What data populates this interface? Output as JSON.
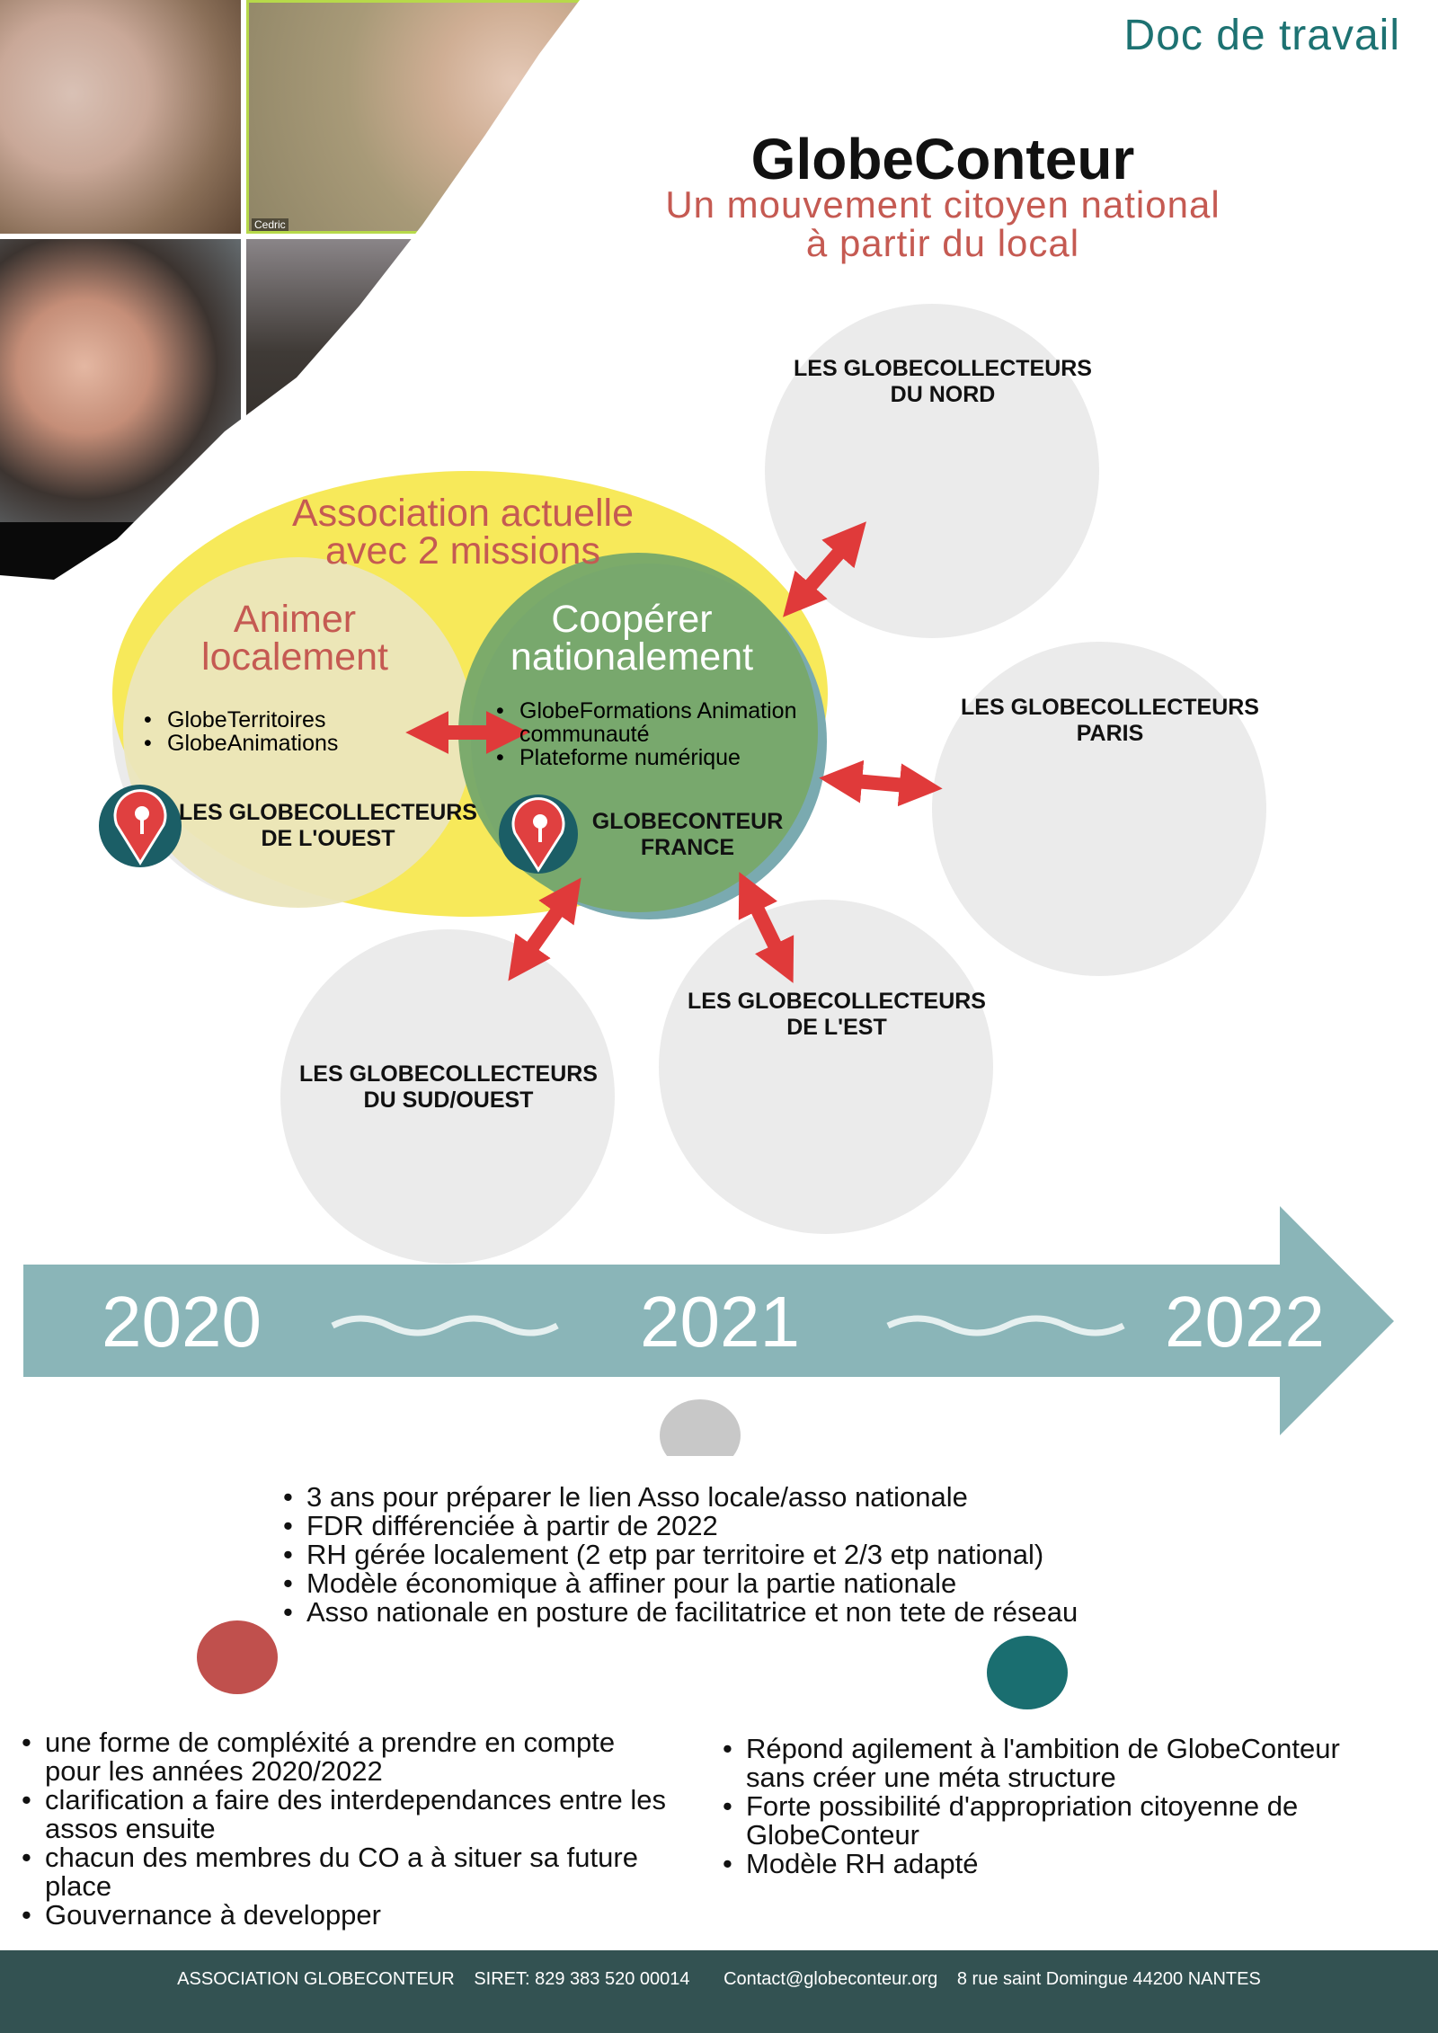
{
  "header": {
    "doc_label": "Doc de travail",
    "title": "GlobeConteur",
    "subtitle_line1": "Un mouvement citoyen national",
    "subtitle_line2": "à partir du local"
  },
  "photos": {
    "participant_name": "Cedric"
  },
  "diagram": {
    "association_line1": "Association actuelle",
    "association_line2": "avec 2 missions",
    "local": {
      "title_line1": "Animer",
      "title_line2": "localement",
      "items": [
        "GlobeTerritoires",
        "GlobeAnimations"
      ]
    },
    "national": {
      "title_line1": "Coopérer",
      "title_line2": "nationalement",
      "items": [
        "GlobeFormations Animation communauté",
        "Plateforme numérique"
      ]
    },
    "nodes": {
      "ouest": {
        "line1": "LES GLOBECOLLECTEURS",
        "line2": "DE L'OUEST"
      },
      "france": {
        "line1": "GLOBECONTEUR",
        "line2": "FRANCE"
      },
      "nord": {
        "line1": "LES GLOBECOLLECTEURS",
        "line2": "DU NORD"
      },
      "paris": {
        "line1": "LES GLOBECOLLECTEURS",
        "line2": "PARIS"
      },
      "est": {
        "line1": "LES GLOBECOLLECTEURS",
        "line2": "DE L'EST"
      },
      "sudouest": {
        "line1": "LES GLOBECOLLECTEURS",
        "line2": "DU SUD/OUEST"
      }
    },
    "colors": {
      "yellow": "#f7e95a",
      "pale": "#ebe6bd",
      "green": "#78a86a",
      "teal": "#7aaab0",
      "gray": "#ebebeb",
      "arrow": "#e03a3a"
    }
  },
  "timeline": {
    "years": [
      "2020",
      "2021",
      "2022"
    ],
    "color": "#8ab5b8"
  },
  "center_points": [
    "3 ans pour préparer le lien Asso locale/asso nationale",
    "FDR différenciée à partir de 2022",
    "RH gérée localement (2 etp par territoire et 2/3 etp national)",
    "Modèle économique à affiner pour la partie nationale",
    "Asso nationale en posture de facilitatrice et non tete de réseau"
  ],
  "cons_points": [
    "une forme de compléxité a prendre en compte pour les années 2020/2022",
    "clarification a faire des interdependances entre les assos ensuite",
    "chacun des membres du CO a à situer sa future place",
    "Gouvernance à developper"
  ],
  "pros_points": [
    "Répond agilement à l'ambition de GlobeConteur sans créer une méta structure",
    "Forte possibilité d'appropriation citoyenne de GlobeConteur",
    "Modèle RH adapté"
  ],
  "footer": {
    "org": "ASSOCIATION GLOBECONTEUR",
    "siret": "SIRET:  829 383 520 00014",
    "email": "Contact@globeconteur.org",
    "address": "8 rue saint Domingue 44200 NANTES"
  }
}
